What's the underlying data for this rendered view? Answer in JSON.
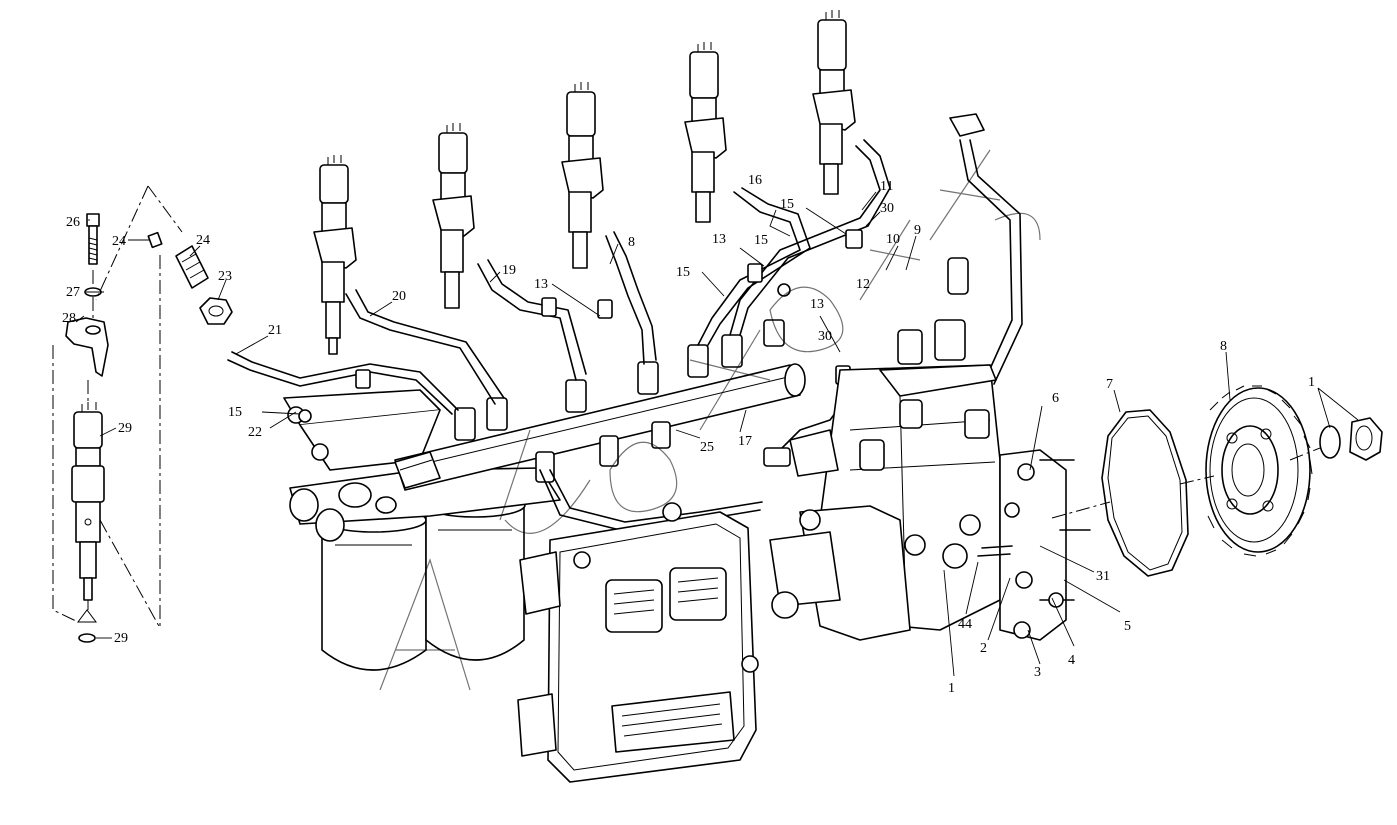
{
  "diagram": {
    "labels": {
      "n1a": "1",
      "n1b": "1",
      "n2": "2",
      "n3": "3",
      "n4": "4",
      "n5": "5",
      "n6": "6",
      "n7": "7",
      "n8a": "8",
      "n8b": "8",
      "n9": "9",
      "n10": "10",
      "n11": "11",
      "n12": "12",
      "n13a": "13",
      "n13b": "13",
      "n13c": "13",
      "n15a": "15",
      "n15b": "15",
      "n15c": "15",
      "n15d": "15",
      "n16": "16",
      "n17": "17",
      "n19": "19",
      "n20": "20",
      "n21": "21",
      "n22": "22",
      "n23": "23",
      "n24a": "24",
      "n24b": "24",
      "n25": "25",
      "n26": "26",
      "n27": "27",
      "n28": "28",
      "n29a": "29",
      "n29b": "29",
      "n30a": "30",
      "n30b": "30",
      "n31": "31",
      "n44": "44"
    }
  }
}
